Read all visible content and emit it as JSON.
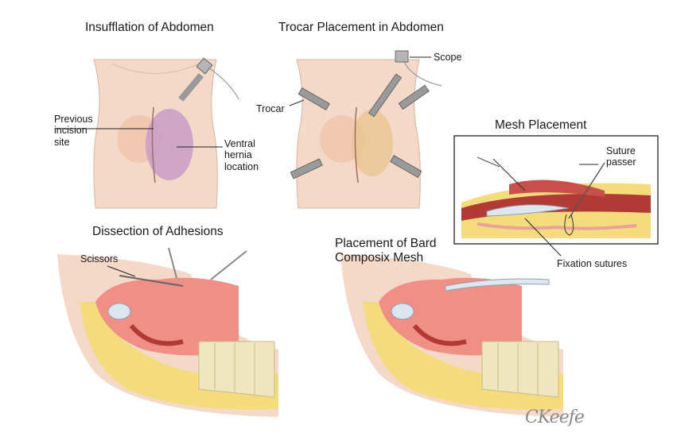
{
  "panels": {
    "insufflation": {
      "title": "Insufflation of Abdomen",
      "labels": {
        "previous_incision": "Previous\nincision\nsite",
        "ventral_hernia": "Ventral\nhernia\nlocation"
      }
    },
    "trocar": {
      "title": "Trocar Placement in Abdomen",
      "labels": {
        "scope": "Scope",
        "trocar": "Trocar"
      }
    },
    "mesh": {
      "title": "Mesh Placement",
      "labels": {
        "suture_passer": "Suture\npasser",
        "fixation_sutures": "Fixation sutures"
      }
    },
    "dissection": {
      "title": "Dissection of Adhesions",
      "labels": {
        "scissors": "Scissors"
      }
    },
    "bard": {
      "title": "Placement of Bard\nComposix Mesh"
    }
  },
  "signature": "CKeefe",
  "colors": {
    "skin": "#f3d6c5",
    "hernia": "#c89cc8",
    "bowel": "#ef8f85",
    "fat": "#f4dc7c",
    "muscle": "#b23a35",
    "spine": "#efe6c0"
  }
}
